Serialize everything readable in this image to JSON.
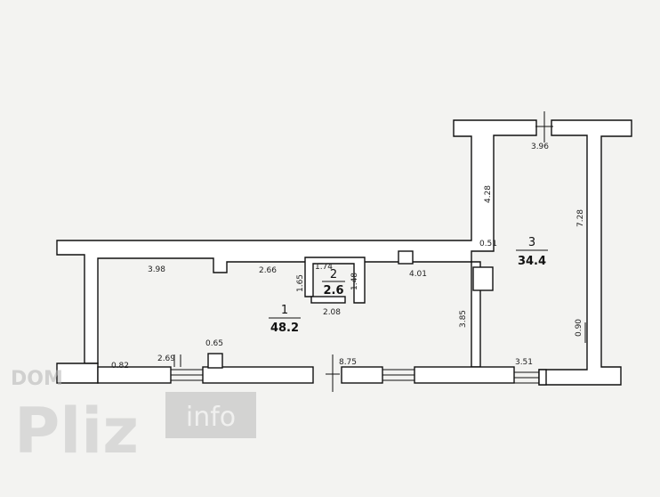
{
  "rooms": [
    {
      "number": "1",
      "area": "48.2"
    },
    {
      "number": "2",
      "area": "2.6"
    },
    {
      "number": "3",
      "area": "34.4"
    }
  ],
  "dimensions": {
    "d_398": "3.98",
    "d_266": "2.66",
    "d_174": "1.74",
    "d_165": "1.65",
    "d_148": "1.48",
    "d_208": "2.08",
    "d_401": "4.01",
    "d_385": "3.85",
    "d_051": "0.51",
    "d_428": "4.28",
    "d_396": "3.96",
    "d_728": "7.28",
    "d_090": "0.90",
    "d_351": "3.51",
    "d_875": "8.75",
    "d_269": "2.69",
    "d_065": "0.65",
    "d_082": "0.82"
  },
  "watermark": {
    "top": "DOM",
    "main": "Pliz",
    "suffix": "info"
  },
  "colors": {
    "wall": "#ffffff",
    "line": "#111111",
    "watermark": "#c8c8c8"
  }
}
